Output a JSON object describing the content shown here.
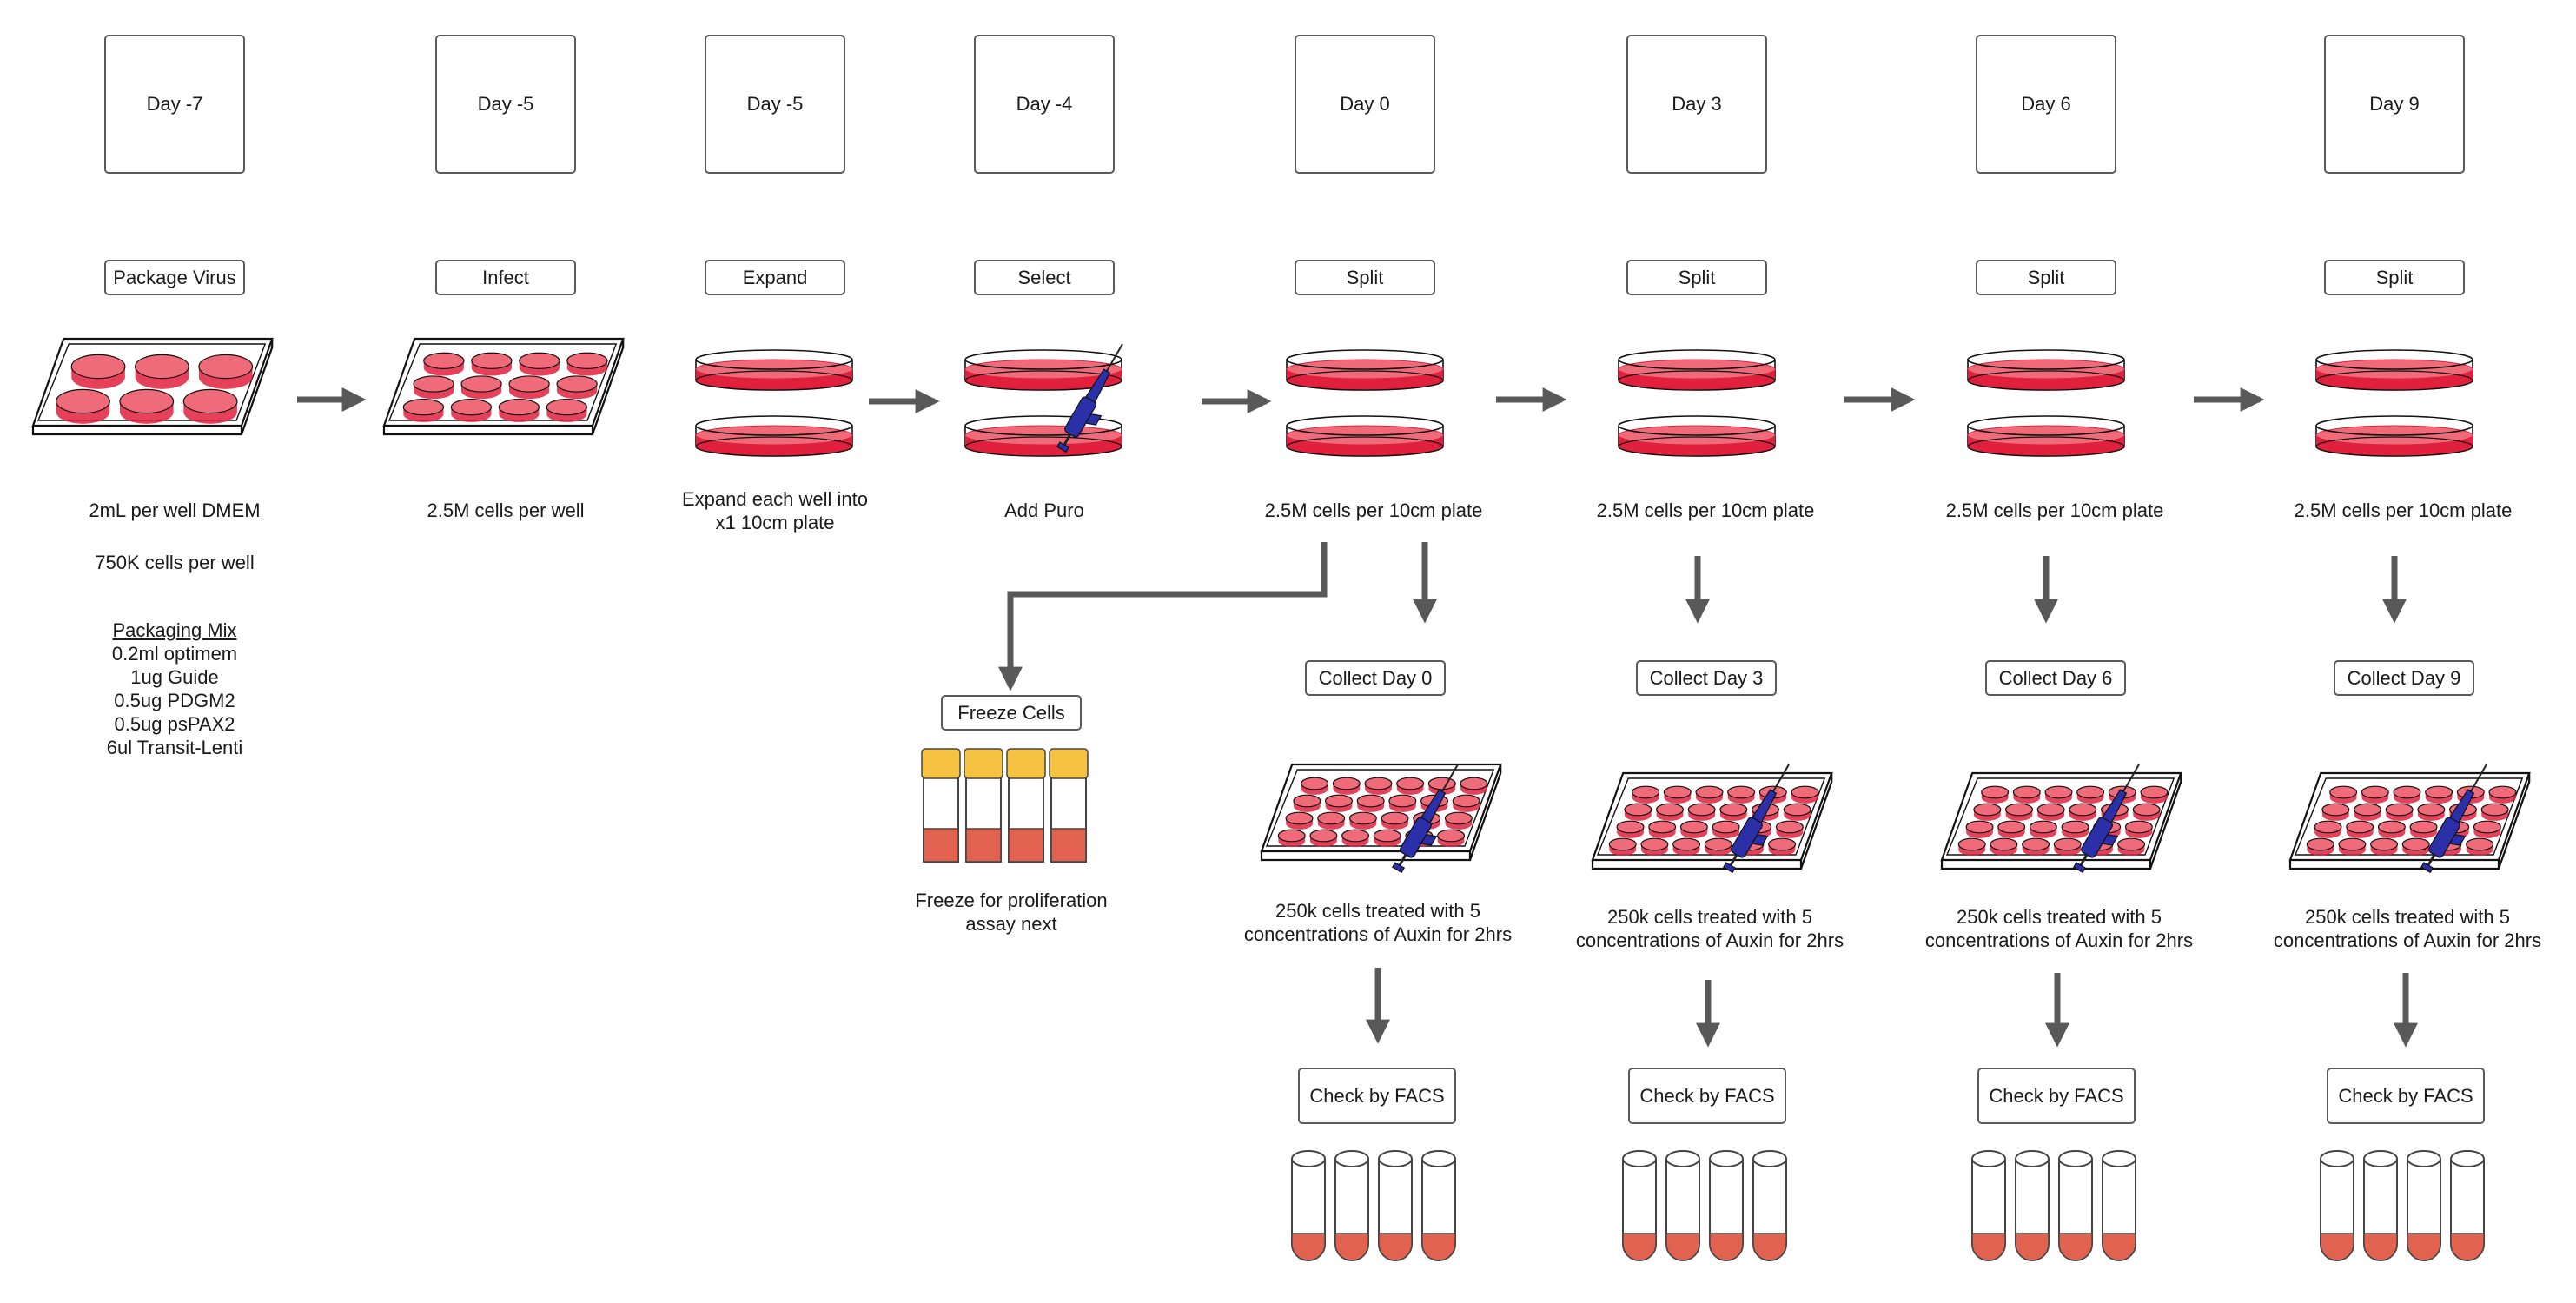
{
  "colors": {
    "arrow": "#595959",
    "media": "#f06b7a",
    "media_edge": "#e0203d",
    "vial_cap": "#f5c242",
    "vial_fill": "#e0624f",
    "pipette": "#2b2fa8",
    "outline": "#5a5a5a"
  },
  "icons": [
    "well-plate-icon",
    "petri-dish-icon",
    "pipette-icon",
    "cryovial-icon",
    "facs-tube-icon",
    "arrow-icon"
  ],
  "day_labels": [
    "Day -7",
    "Day -5",
    "Day -5",
    "Day -4",
    "Day 0",
    "Day 3",
    "Day 6",
    "Day 9"
  ],
  "step_labels": [
    "Package Virus",
    "Infect",
    "Expand",
    "Select",
    "Split",
    "Split",
    "Split",
    "Split"
  ],
  "step_notes": [
    [
      "2mL per well DMEM"
    ],
    [
      "2.5M cells per well"
    ],
    [
      "Expand each well into",
      "x1 10cm plate"
    ],
    [
      "Add Puro"
    ],
    [
      "2.5M cells per 10cm plate"
    ],
    [
      "2.5M cells per 10cm plate"
    ],
    [
      "2.5M cells per 10cm plate"
    ],
    [
      "2.5M cells per 10cm plate"
    ]
  ],
  "cell_count": "750K cells per well",
  "packaging_mix": {
    "title": "Packaging Mix",
    "items": [
      "0.2ml optimem",
      "1ug Guide",
      "0.5ug PDGM2",
      "0.5ug psPAX2",
      "6ul Transit-Lenti"
    ]
  },
  "freeze": {
    "label": "Freeze Cells",
    "note": [
      "Freeze for proliferation",
      "assay next"
    ]
  },
  "collect_labels": [
    "Collect Day 0",
    "Collect Day 3",
    "Collect Day 6",
    "Collect Day 9"
  ],
  "treatment_note": [
    "250k cells treated with 5",
    "concentrations of Auxin for 2hrs"
  ],
  "facs_label": "Check by FACS"
}
